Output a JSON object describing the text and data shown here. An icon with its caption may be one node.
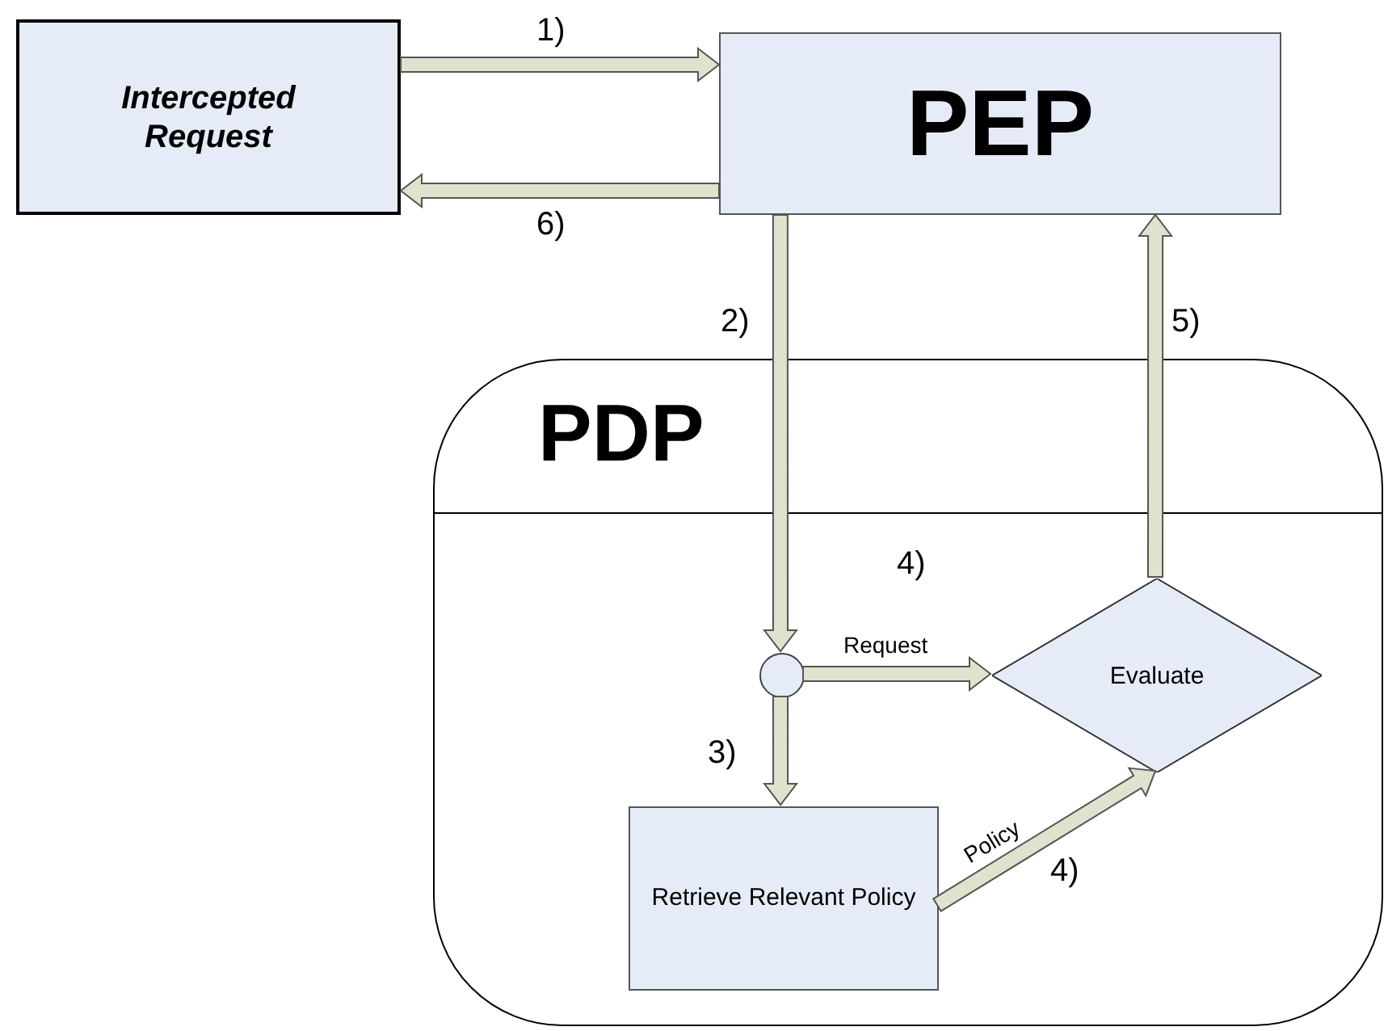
{
  "diagram": {
    "nodes": [
      {
        "text": [
          "Intercepted Request"
        ]
      },
      {
        "text": [
          "PEP"
        ]
      },
      {
        "text": [
          "PDP"
        ]
      },
      {
        "text": [],
        "shape": "circle",
        "in": 2
      },
      {
        "text": [
          "Evaluate"
        ],
        "in": 2
      },
      {
        "text": [
          "Retrieve Relevant Policy"
        ],
        "in": 2
      }
    ],
    "edges": [
      {
        "from": 0,
        "to": 1,
        "arrow": "to",
        "label": "1)"
      },
      {
        "from": 1,
        "to": 0,
        "arrow": "to",
        "label": "6)"
      },
      {
        "from": 1,
        "to": 3,
        "arrow": "to",
        "label": "2)"
      },
      {
        "from": 3,
        "to": 4,
        "arrow": "to",
        "label": "Request"
      },
      {
        "from": 3,
        "to": 5,
        "arrow": "to",
        "label": "3)"
      },
      {
        "from": 5,
        "to": 4,
        "arrow": "to",
        "label": "Policy"
      },
      {
        "from": 4,
        "to": 1,
        "arrow": "to",
        "label": "5)"
      }
    ],
    "labels": [
      "4)",
      "4)"
    ]
  }
}
